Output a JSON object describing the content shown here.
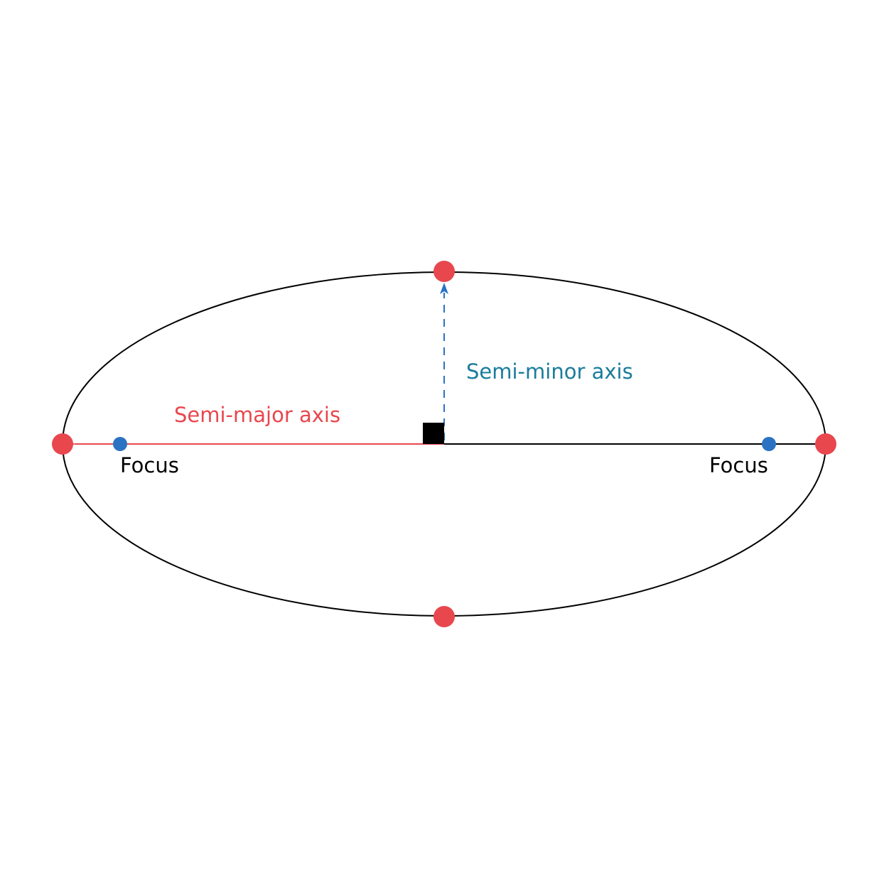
{
  "labels": {
    "semi_major": "Semi-major axis",
    "semi_minor": "Semi-minor axis",
    "focus_left": "Focus",
    "focus_right": "Focus"
  },
  "colors": {
    "semi_major": "#e8474e",
    "semi_minor": "#1b7c9c",
    "vertex_point": "#e8474e",
    "focus_point": "#2b73c2",
    "outline": "#000000",
    "right_angle_marker": "#000000",
    "background": "#ffffff"
  }
}
